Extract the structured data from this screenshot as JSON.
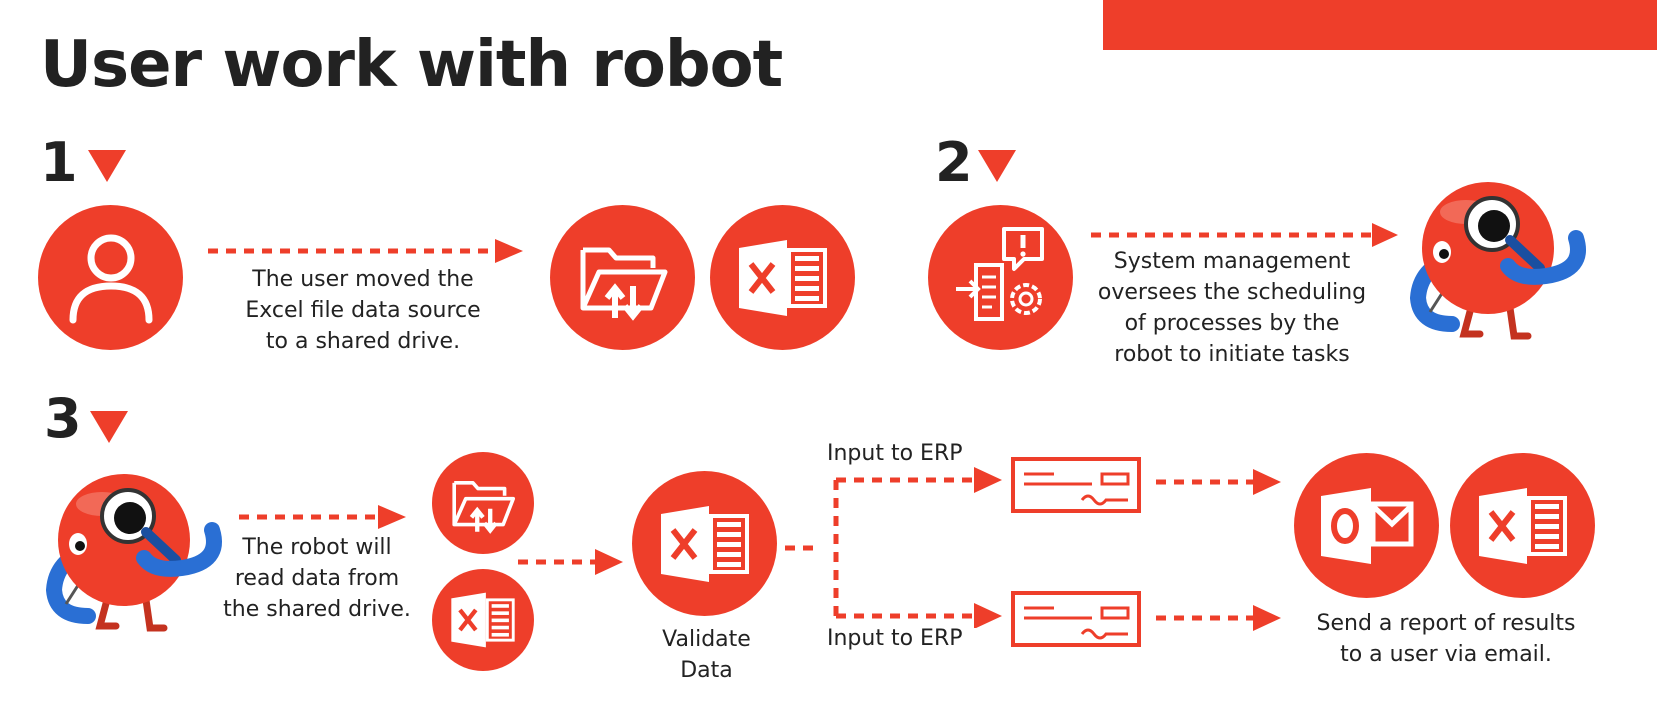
{
  "title": "User work with robot",
  "colors": {
    "accent": "#EE3E2A",
    "text": "#222222",
    "robot_blue": "#2A6FD4"
  },
  "steps": [
    {
      "number": "1",
      "text": [
        "The user moved the",
        "Excel file data source",
        "to a shared drive."
      ],
      "icons": [
        "user-icon",
        "shared-folder-icon",
        "excel-icon"
      ]
    },
    {
      "number": "2",
      "text": [
        "System management",
        "oversees the scheduling",
        "of processes by the",
        "robot to initiate tasks"
      ],
      "icons": [
        "scheduler-icon",
        "robot-mascot"
      ]
    },
    {
      "number": "3",
      "robot_text": [
        "The robot will",
        "read data from",
        "the shared drive."
      ],
      "validate_text": [
        "Validate",
        "Data"
      ],
      "erp_top": "Input to ERP",
      "erp_bottom": "Input to ERP",
      "report_text": [
        "Send a report of results",
        "to a user via email."
      ],
      "icons": [
        "robot-mascot",
        "shared-folder-icon",
        "excel-icon",
        "erp-form-icon",
        "outlook-icon"
      ]
    }
  ]
}
